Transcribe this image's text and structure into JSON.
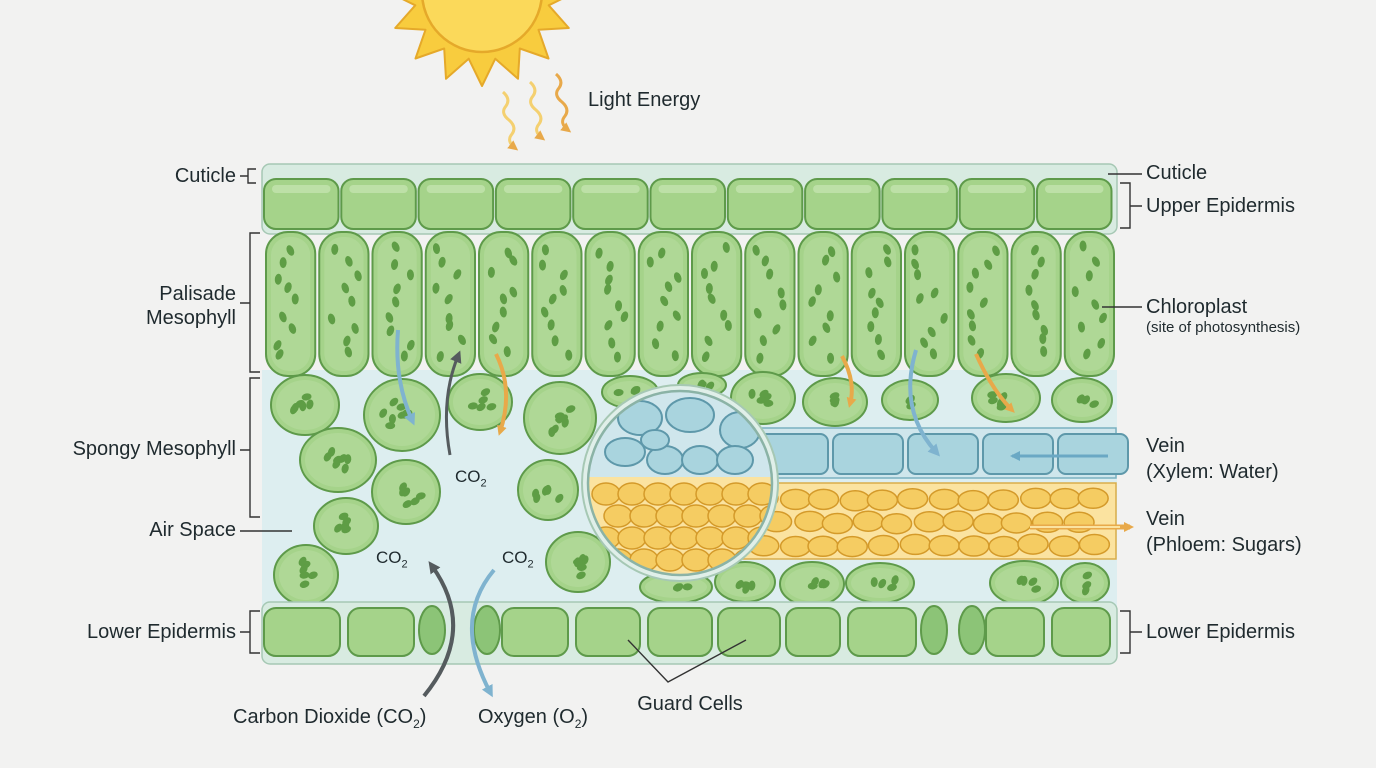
{
  "labels": {
    "light_energy": "Light Energy",
    "cuticle_left": "Cuticle",
    "palisade_line1": "Palisade",
    "palisade_line2": "Mesophyll",
    "spongy": "Spongy Mesophyll",
    "air_space": "Air Space",
    "lower_epidermis_left": "Lower Epidermis",
    "cuticle_right": "Cuticle",
    "upper_epidermis": "Upper Epidermis",
    "chloroplast": "Chloroplast",
    "chloroplast_note": "(site of photosynthesis)",
    "vein_xylem_line1": "Vein",
    "vein_xylem_line2": "(Xylem: Water)",
    "vein_phloem_line1": "Vein",
    "vein_phloem_line2": "(Phloem: Sugars)",
    "lower_epidermis_right": "Lower Epidermis",
    "guard_cells": "Guard Cells",
    "co2_main": "CO",
    "co2_sub": "2",
    "carbon_dioxide_pre": "Carbon Dioxide (CO",
    "carbon_dioxide_sub": "2",
    "carbon_dioxide_post": ")",
    "oxygen_pre": "Oxygen (O",
    "oxygen_sub": "2",
    "oxygen_post": ")"
  },
  "colors": {
    "cell_fill": "#a5d38a",
    "cell_stroke": "#5e9a4a",
    "chloroplast": "#5e9d45",
    "xylem": "#a9d4de",
    "phloem": "#f5cc62",
    "air": "#ddeef0",
    "arrow_orange": "#e8a94a",
    "arrow_blue": "#7fb3cf",
    "arrow_gray": "#555b5e",
    "sun": "#f8cc3e"
  }
}
